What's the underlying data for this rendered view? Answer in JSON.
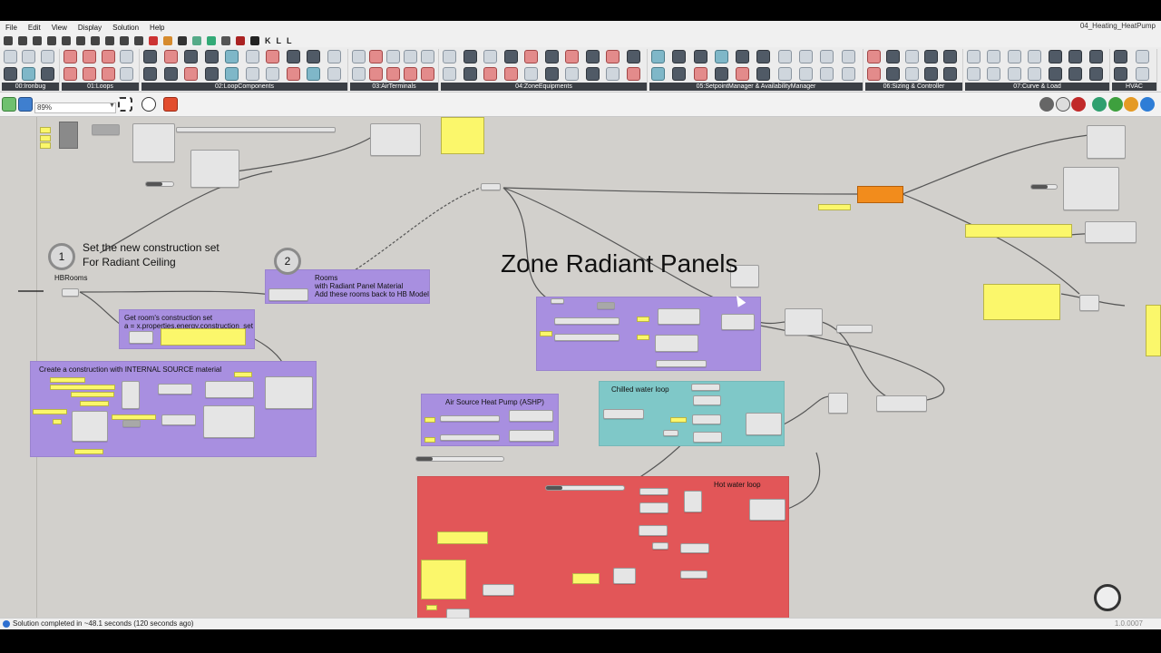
{
  "window": {
    "title": "04_Heating_HeatPump"
  },
  "menu": [
    "File",
    "Edit",
    "View",
    "Display",
    "Solution",
    "Help"
  ],
  "tab_letters": [
    "K",
    "L",
    "L"
  ],
  "ribbon_groups": [
    {
      "label": "00:Ironbug"
    },
    {
      "label": "01:Loops"
    },
    {
      "label": "02:LoopComponents"
    },
    {
      "label": "03:AirTerminals"
    },
    {
      "label": "04:ZoneEquipments"
    },
    {
      "label": "05:SetpointManager & AvailabilityManager"
    },
    {
      "label": "06:Sizing & Controller"
    },
    {
      "label": "07:Curve & Load"
    },
    {
      "label": "HVAC"
    }
  ],
  "toolbar": {
    "zoom": "89%"
  },
  "canvas": {
    "big_title": "Zone Radiant Panels",
    "step1": {
      "number": "1",
      "line1": "Set the new construction set",
      "line2": "For Radiant Ceiling"
    },
    "step2": {
      "number": "2"
    },
    "hbrooms_label": "HBRooms",
    "groups": {
      "rooms": "Rooms\nwith Radiant Panel Material\nAdd these rooms back to HB Model",
      "construction_set": "Get room's construction set\na = x.properties.energy.construction_set",
      "internal_source": "Create a construction with INTERNAL SOURCE material",
      "ashp": "Air Source Heat Pump (ASHP)",
      "chilled": "Chilled water loop",
      "hot": "Hot water loop"
    }
  },
  "status": {
    "text": "Solution completed in ~48.1 seconds (120 seconds ago)",
    "version": "1.0.0007"
  },
  "colors": {
    "purple_group": "#a88fe0",
    "teal_group": "#7fc8c8",
    "red_group": "#e25658",
    "panel": "#fbf76b",
    "orange": "#f28c1c"
  }
}
